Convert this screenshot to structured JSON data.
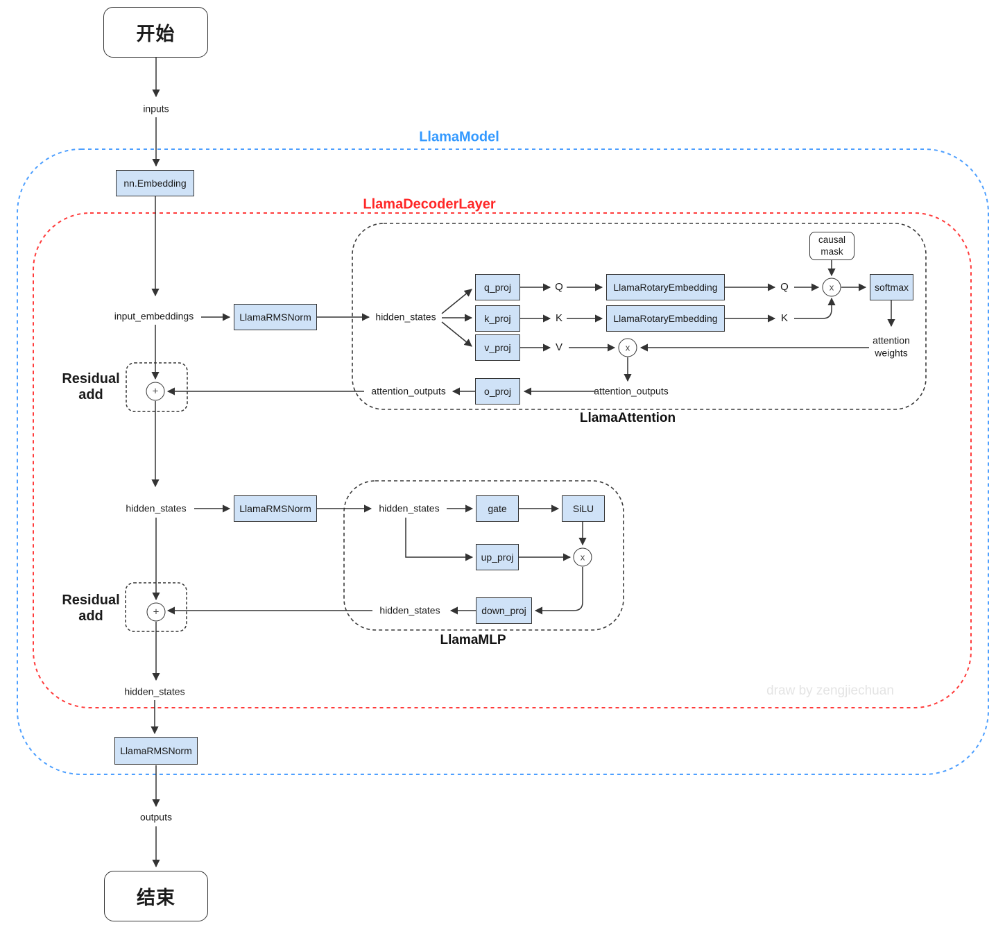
{
  "diagram": {
    "terminals": {
      "start": "开始",
      "end": "结束"
    },
    "containers": {
      "model": "LlamaModel",
      "decoder": "LlamaDecoderLayer",
      "attention": "LlamaAttention",
      "mlp": "LlamaMLP"
    },
    "nodes": {
      "embedding": "nn.Embedding",
      "rmsnorm1": "LlamaRMSNorm",
      "rmsnorm2": "LlamaRMSNorm",
      "rmsnorm3": "LlamaRMSNorm",
      "q_proj": "q_proj",
      "k_proj": "k_proj",
      "v_proj": "v_proj",
      "o_proj": "o_proj",
      "rotary_q": "LlamaRotaryEmbedding",
      "rotary_k": "LlamaRotaryEmbedding",
      "softmax": "softmax",
      "causal_mask_line1": "causal",
      "causal_mask_line2": "mask",
      "gate": "gate",
      "silu": "SiLU",
      "up_proj": "up_proj",
      "down_proj": "down_proj"
    },
    "edge_labels": {
      "inputs": "inputs",
      "input_embeddings": "input_embeddings",
      "hidden_states_attn": "hidden_states",
      "q_left": "Q",
      "k_left": "K",
      "v": "V",
      "q_right": "Q",
      "k_right": "K",
      "attention_weights_line1": "attention",
      "attention_weights_line2": "weights",
      "attention_outputs_right": "attention_outputs",
      "attention_outputs_left": "attention_outputs",
      "hidden_states_row2": "hidden_states",
      "hidden_states_mlp_in": "hidden_states",
      "hidden_states_mlp_out": "hidden_states",
      "hidden_states_bottom": "hidden_states",
      "outputs": "outputs"
    },
    "operators": {
      "plus": "+",
      "times": "x"
    },
    "residual": {
      "line1": "Residual",
      "line2": "add"
    },
    "watermark": "draw by zengjiechuan",
    "colors": {
      "node_fill": "#cfe2f7",
      "node_border": "#333333",
      "model_border": "#4d9fff",
      "decoder_border": "#ff3b3b",
      "attention_border": "#3a3a3a",
      "model_label": "#3399ff",
      "decoder_label": "#ff2626"
    }
  }
}
